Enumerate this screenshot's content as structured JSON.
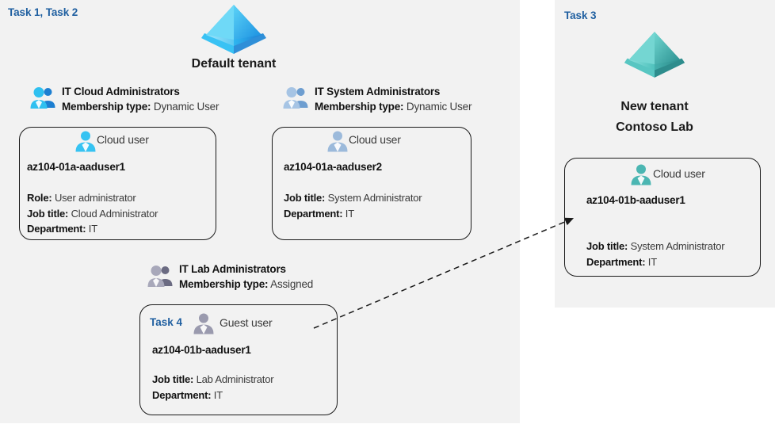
{
  "left_panel": {
    "task_label": "Task 1, Task 2",
    "tenant": {
      "icon": "azure-ad-tenant-pyramid-icon",
      "name": "Default tenant",
      "color": "#32b4ef"
    },
    "groups": [
      {
        "icon": "group-users-icon",
        "title": "IT Cloud Administrators",
        "meta_label": "Membership type:",
        "meta_value": "Dynamic User",
        "color": "#18a0e8",
        "card": {
          "icon": "cloud-user-icon",
          "user_type": "Cloud user",
          "upn": "az104-01a-aaduser1",
          "attributes": [
            {
              "label": "Role:",
              "value": "User administrator"
            },
            {
              "label": "Job title:",
              "value": "Cloud Administrator"
            },
            {
              "label": "Department:",
              "value": "IT"
            }
          ]
        }
      },
      {
        "icon": "group-users-icon",
        "title": "IT System Administrators",
        "meta_label": "Membership type:",
        "meta_value": "Dynamic User",
        "color": "#8fb4dd",
        "card": {
          "icon": "cloud-user-icon",
          "user_type": "Cloud user",
          "upn": "az104-01a-aaduser2",
          "attributes": [
            {
              "label": "Job title:",
              "value": "System Administrator"
            },
            {
              "label": "Department:",
              "value": "IT"
            }
          ]
        }
      },
      {
        "icon": "group-users-icon",
        "title": "IT Lab Administrators",
        "meta_label": "Membership type:",
        "meta_value": "Assigned",
        "color": "#9a9aaa",
        "card": {
          "icon": "guest-user-icon",
          "task_label": "Task 4",
          "user_type": "Guest user",
          "upn": "az104-01b-aaduser1",
          "attributes": [
            {
              "label": "Job title:",
              "value": "Lab Administrator"
            },
            {
              "label": "Department:",
              "value": "IT"
            }
          ]
        }
      }
    ]
  },
  "right_panel": {
    "task_label": "Task 3",
    "tenant": {
      "icon": "azure-ad-tenant-pyramid-icon",
      "name_line1": "New  tenant",
      "name_line2": "Contoso Lab",
      "color": "#45b8b8"
    },
    "card": {
      "icon": "cloud-user-icon",
      "user_type": "Cloud user",
      "upn": "az104-01b-aaduser1",
      "attributes": [
        {
          "label": "Job title:",
          "value": "System Administrator"
        },
        {
          "label": "Department:",
          "value": "IT"
        }
      ]
    }
  },
  "connector": {
    "style": "dashed-arrow",
    "from": "guest-user-card",
    "to": "new-tenant-cloud-user-card"
  }
}
